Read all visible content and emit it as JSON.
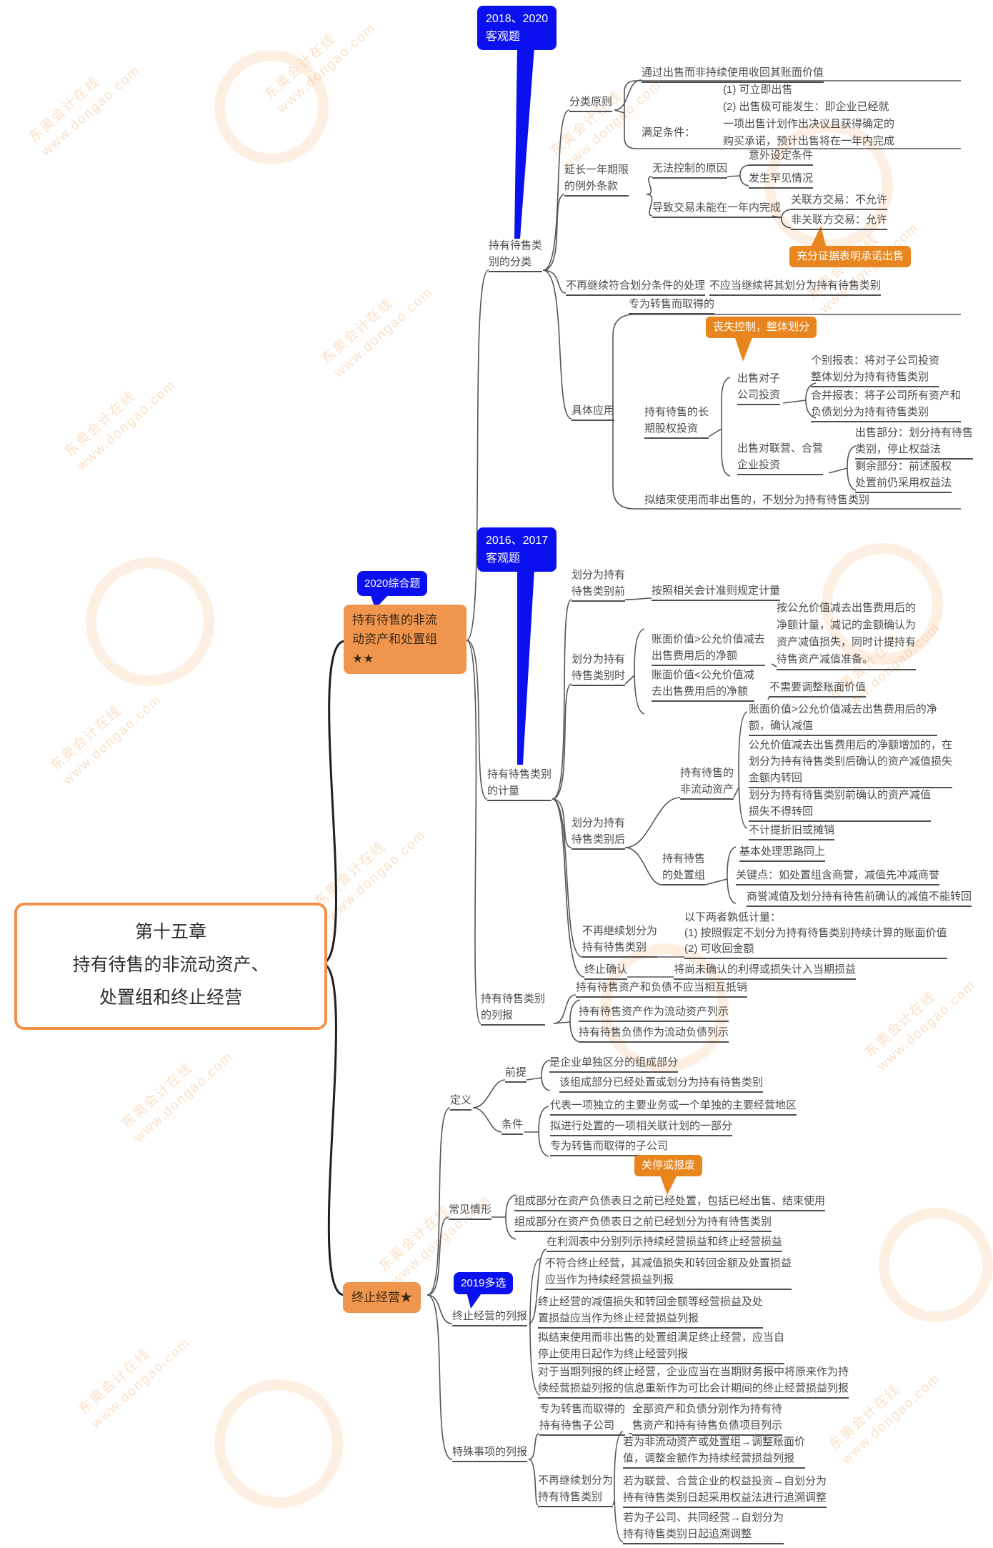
{
  "root": {
    "line1": "第十五章",
    "line2": "持有待售的非流动资产、",
    "line3": "处置组和终止经营"
  },
  "branches": {
    "a_label": "持有待售的非流\n动资产和处置组\n★★",
    "a_badge": "2020综合题",
    "b_label": "终止经营★"
  },
  "classification": {
    "label": "持有待售类\n别的分类",
    "badge": "2018、2020\n客观题",
    "principle": {
      "label": "分类原则",
      "recover": "通过出售而非持续使用收回其账面价值",
      "condition_label": "满足条件：",
      "conditions": "(1) 可立即出售\n(2) 出售极可能发生：即企业已经就\n一项出售计划作出决议且获得确定的\n购买承诺，预计出售将在一年内完成"
    },
    "extension": {
      "label": "延长一年期限\n的例外条款",
      "uncontrollable": "无法控制的原因",
      "accident": "意外设定条件",
      "rare": "发生罕见情况",
      "delay": "导致交易未能在一年内完成",
      "related": "关联方交易：不允许",
      "unrelated": "非关联方交易：允许",
      "callout": "充分证据表明承诺出售"
    },
    "no_longer": {
      "label": "不再继续符合划分条件的处理",
      "text": "不应当继续将其划分为持有待售类别"
    },
    "application": {
      "label": "具体应用",
      "resale": "专为转售而取得的",
      "callout": "丧失控制，整体划分",
      "lt_invest": "持有待售的长\n期股权投资",
      "subsidiary": "出售对子\n公司投资",
      "separate": "个别报表：将对子公司投资\n整体划分为持有待售类别",
      "consolidated": "合并报表：将子公司所有资产和\n负债划分为持有待售类别",
      "jv": "出售对联营、合营\n企业投资",
      "sold_part": "出售部分：划分持有待售\n类别，停止权益法",
      "remain_part": "剩余部分：前述股权\n处置前仍采用权益法",
      "end_use": "拟结束使用而非出售的，不划分为持有待售类别"
    }
  },
  "measurement": {
    "label": "持有待售类别\n的计量",
    "badge": "2016、2017\n客观题",
    "before": {
      "label": "划分为持有\n待售类别前",
      "text": "按照相关会计准则规定计量"
    },
    "when": {
      "label": "划分为持有\n待售类别时",
      "gt": "账面价值>公允价值减去\n出售费用后的净额",
      "gt_text": "按公允价值减去出售费用后的\n净额计量，减记的金额确认为\n资产减值损失，同时计提持有\n待售资产减值准备。",
      "lt": "账面价值<公允价值减\n去出售费用后的净额",
      "lt_text": "不需要调整账面价值"
    },
    "after": {
      "label": "划分为持有\n待售类别后",
      "asset_label": "持有待售的\n非流动资产",
      "asset_i1": "账面价值>公允价值减去出售费用后的净\n额，确认减值",
      "asset_i2": "公允价值减去出售费用后的净额增加的，在\n划分为持有待售类别后确认的资产减值损失\n金额内转回",
      "asset_i3": "划分为持有待售类别前确认的资产减值\n损失不得转回",
      "asset_i4": "不计提折旧或摊销",
      "group_label": "持有待售\n的处置组",
      "group_i1": "基本处理思路同上",
      "group_i2": "关键点：如处置组含商誉，减值先冲减商誉",
      "group_i3": "商誉减值及划分持有待售前确认的减值不能转回"
    },
    "no_longer": {
      "label": "不再继续划分为\n持有待售类别",
      "text": "以下两者孰低计量：\n(1) 按照假定不划分为持有待售类别持续计算的账面价值\n(2) 可收回金额"
    },
    "derecognition": {
      "label": "终止确认",
      "text": "将尚未确认的利得或损失计入当期损益"
    }
  },
  "presentation": {
    "label": "持有待售类别\n的列报",
    "i1": "持有待售资产和负债不应当相互抵销",
    "i2": "持有待售资产作为流动资产列示",
    "i3": "持有待售负债作为流动负债列示"
  },
  "discontinued": {
    "definition": {
      "label": "定义",
      "premise_label": "前提",
      "p1": "是企业单独区分的组成部分",
      "p2": "该组成部分已经处置或划分为持有待售类别",
      "condition_label": "条件",
      "c1": "代表一项独立的主要业务或一个单独的主要经营地区",
      "c2": "拟进行处置的一项相关联计划的一部分",
      "c3": "专为转售而取得的子公司"
    },
    "common": {
      "label": "常见情形",
      "callout": "关停或报废",
      "i1": "组成部分在资产负债表日之前已经处置，包括已经出售、结束使用",
      "i2": "组成部分在资产负债表日之前已经划分为持有待售类别"
    },
    "reporting": {
      "label": "终止经营的列报",
      "badge": "2019多选",
      "i1": "在利润表中分别列示持续经营损益和终止经营损益",
      "i2": "不符合终止经营，其减值损失和转回金额及处置损益\n应当作为持续经营损益列报",
      "i3": "终止经营的减值损失和转回金额等经营损益及处\n置损益应当作为终止经营损益列报",
      "i4": "拟结束使用而非出售的处置组满足终止经营，应当自\n停止使用日起作为终止经营列报",
      "i5": "对于当期列报的终止经营，企业应当在当期财务报中将原来作为持\n续经营损益列报的信息重新作为可比会计期间的终止经营损益列报"
    },
    "special": {
      "label": "特殊事项的列报",
      "resale_label": "专为转售而取得的\n持有待售子公司",
      "resale_text": "全部资产和负债分别作为持有待\n售资产和持有待售负债项目列示",
      "no_longer_label": "不再继续划分为\n持有待售类别",
      "n1": "若为非流动资产或处置组→调整账面价\n值，调整金额作为持续经营损益列报",
      "n2": "若为联营、合营企业的权益投资→自划分为\n持有待售类别日起采用权益法进行追溯调整",
      "n3": "若为子公司、共同经营→自划分为\n持有待售类别日起追溯调整"
    }
  },
  "watermark": {
    "text": "东奥会计在线\nwww.dongao.com"
  },
  "colors": {
    "badge_blue": "#0b10ee",
    "topic_orange": "#f0954e",
    "callout_orange": "#e8851e",
    "root_border": "#f2914b",
    "line": "#4f4f4f"
  }
}
